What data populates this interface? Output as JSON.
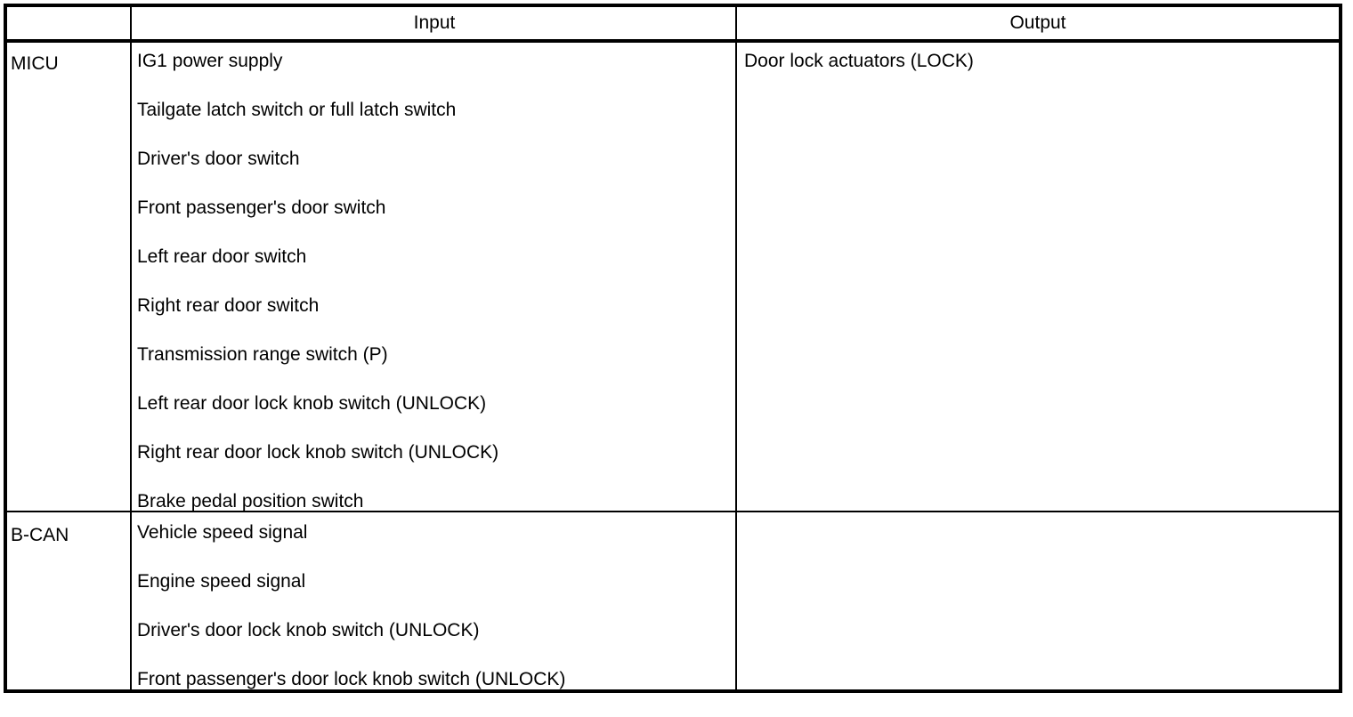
{
  "table": {
    "columns": {
      "system_header": "",
      "input_header": "Input",
      "output_header": "Output"
    },
    "groups": [
      {
        "label": "MICU",
        "inputs": [
          "IG1 power supply",
          "Tailgate latch switch or full latch switch",
          "Driver's door switch",
          "Front passenger's door switch",
          "Left rear door switch",
          "Right rear door switch",
          "Transmission range switch (P)",
          "Left rear door lock knob switch (UNLOCK)",
          "Right rear door lock knob switch (UNLOCK)",
          "Brake pedal position switch"
        ],
        "outputs": [
          "Door lock actuators (LOCK)"
        ]
      },
      {
        "label": "B-CAN",
        "inputs": [
          "Vehicle speed signal",
          "Engine speed signal",
          "Driver's door lock knob switch (UNLOCK)",
          "Front passenger's door lock knob switch (UNLOCK)"
        ],
        "outputs": []
      }
    ]
  },
  "colors": {
    "border": "#000000",
    "text": "#000000",
    "background": "#ffffff"
  }
}
